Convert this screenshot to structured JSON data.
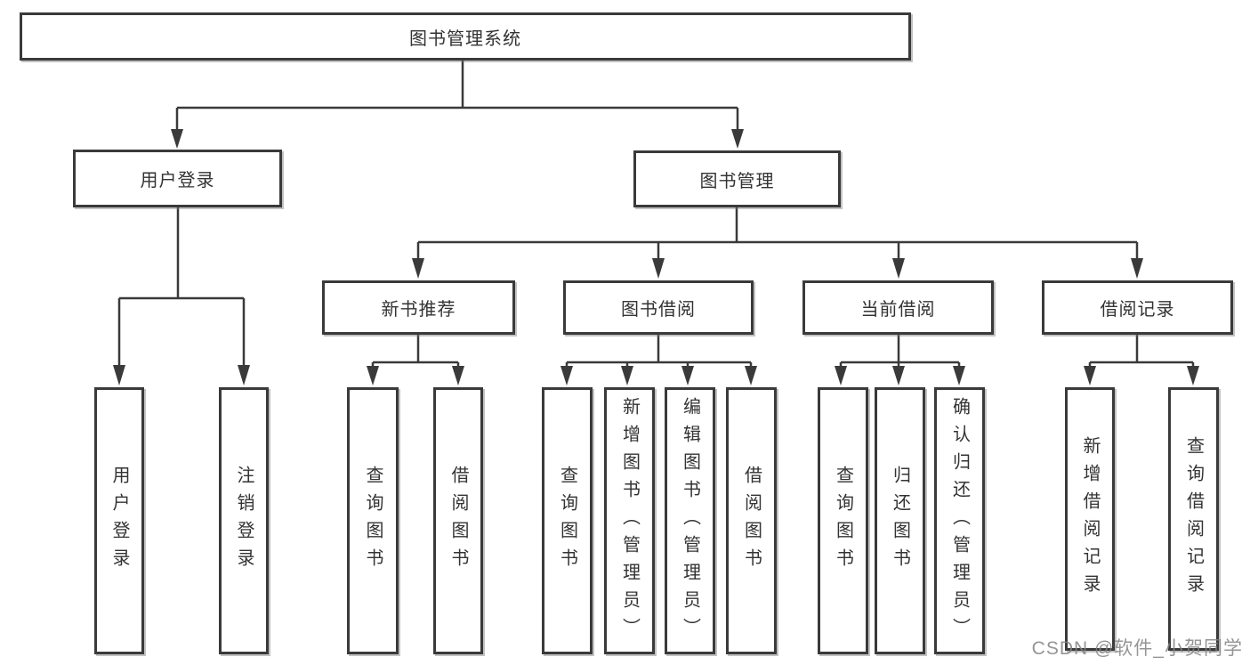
{
  "tree": {
    "label": "图书管理系统",
    "children": [
      {
        "label": "用户登录",
        "children": [
          {
            "label": "用户登录"
          },
          {
            "label": "注销登录"
          }
        ]
      },
      {
        "label": "图书管理",
        "children": [
          {
            "label": "新书推荐",
            "children": [
              {
                "label": "查询图书"
              },
              {
                "label": "借阅图书"
              }
            ]
          },
          {
            "label": "图书借阅",
            "children": [
              {
                "label": "查询图书"
              },
              {
                "label": "新增图书（管理员）"
              },
              {
                "label": "编辑图书（管理员）"
              },
              {
                "label": "借阅图书"
              }
            ]
          },
          {
            "label": "当前借阅",
            "children": [
              {
                "label": "查询图书"
              },
              {
                "label": "归还图书"
              },
              {
                "label": "确认归还（管理员）"
              }
            ]
          },
          {
            "label": "借阅记录",
            "children": [
              {
                "label": "新增借阅记录"
              },
              {
                "label": "查询借阅记录"
              }
            ]
          }
        ]
      }
    ]
  },
  "watermark": {
    "text": "CSDN @软件_小贺同学"
  },
  "colors": {
    "line": "#3a3a3a",
    "text": "#333333",
    "watermark": "#828282"
  }
}
